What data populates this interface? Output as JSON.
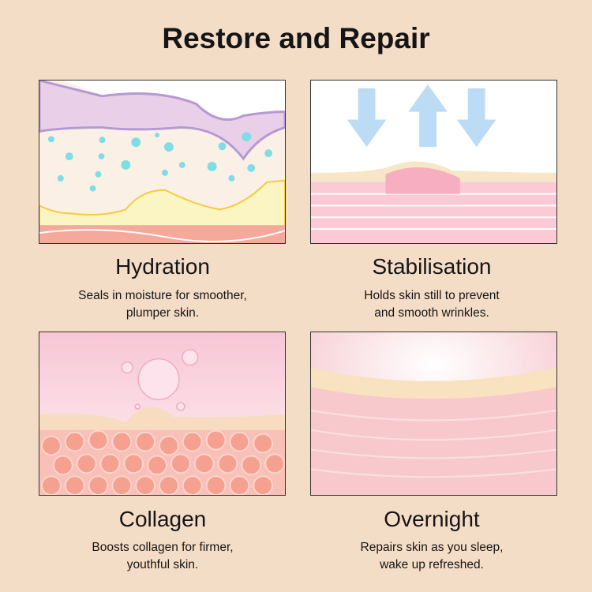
{
  "title": "Restore and Repair",
  "features": [
    {
      "name": "Hydration",
      "line1": "Seals in moisture for smoother,",
      "line2": "plumper skin.",
      "icon": "hydration-illustration"
    },
    {
      "name": "Stabilisation",
      "line1": "Holds skin still to prevent",
      "line2": "and smooth wrinkles.",
      "icon": "stabilisation-illustration"
    },
    {
      "name": "Collagen",
      "line1": "Boosts collagen for firmer,",
      "line2": "youthful skin.",
      "icon": "collagen-illustration"
    },
    {
      "name": "Overnight",
      "line1": "Repairs skin as you sleep,",
      "line2": "wake up refreshed.",
      "icon": "overnight-illustration"
    }
  ],
  "colors": {
    "background": "#f4ddc7",
    "water": "#7fdde6",
    "skin_pink": "#f7b6c4",
    "collagen": "#f5a08f"
  }
}
